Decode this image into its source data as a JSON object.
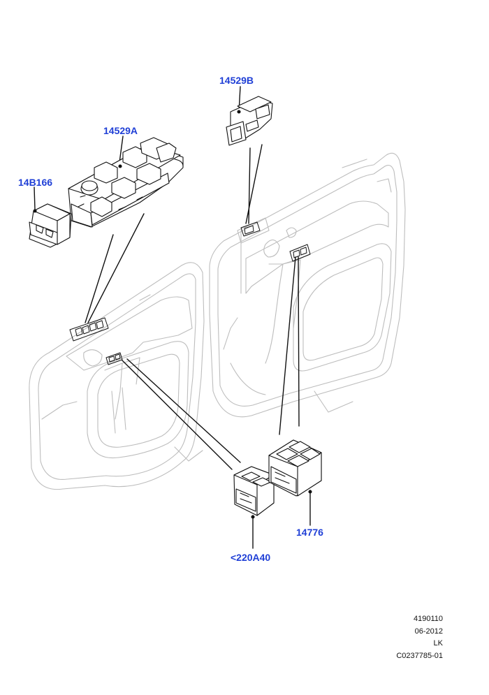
{
  "callouts": {
    "c14529B": "14529B",
    "c14529A": "14529A",
    "c14B166": "14B166",
    "c14776": "14776",
    "c220A40": "<220A40"
  },
  "footer": {
    "ref1": "4190110",
    "date": "06-2012",
    "code": "LK",
    "image_id": "C0237785-01"
  },
  "colors": {
    "callout": "#1f3fd6",
    "outline_light": "#b9b9b9",
    "outline_dark": "#111111"
  }
}
